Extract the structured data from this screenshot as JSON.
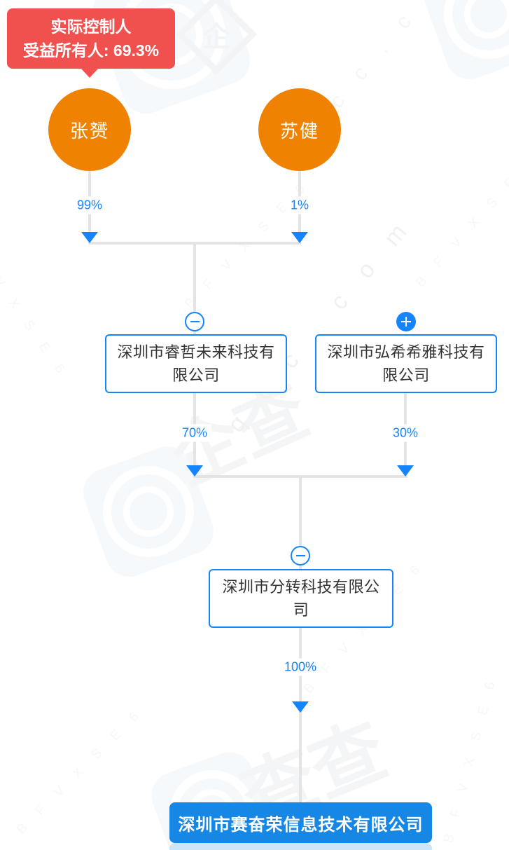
{
  "badge": {
    "title": "实际控制人",
    "subtitle": "受益所有人: 69.3%"
  },
  "shareholders": [
    {
      "name": "张赟",
      "percent": "99%"
    },
    {
      "name": "苏健",
      "percent": "1%"
    }
  ],
  "intermediates": [
    {
      "name": "深圳市睿哲未来科技有限公司",
      "percent": "70%",
      "toggle": "expanded"
    },
    {
      "name": "深圳市弘希希雅科技有限公司",
      "percent": "30%",
      "toggle": "collapsed"
    }
  ],
  "holding": {
    "name": "深圳市分转科技有限公司",
    "percent": "100%",
    "toggle": "expanded"
  },
  "target": {
    "name": "深圳市赛奋荣信息技术有限公司"
  },
  "watermark": {
    "brand_partial": "企查",
    "brand_partial2": "查查",
    "logo_char": "企",
    "domain": "q c c . c o m",
    "code": "B F V X S E 6"
  },
  "colors": {
    "accent_blue": "#1684fc",
    "root_blue": "#1787e6",
    "person_orange": "#ef8200",
    "badge_red": "#f0504e",
    "line_gray": "#e4e4e4"
  }
}
